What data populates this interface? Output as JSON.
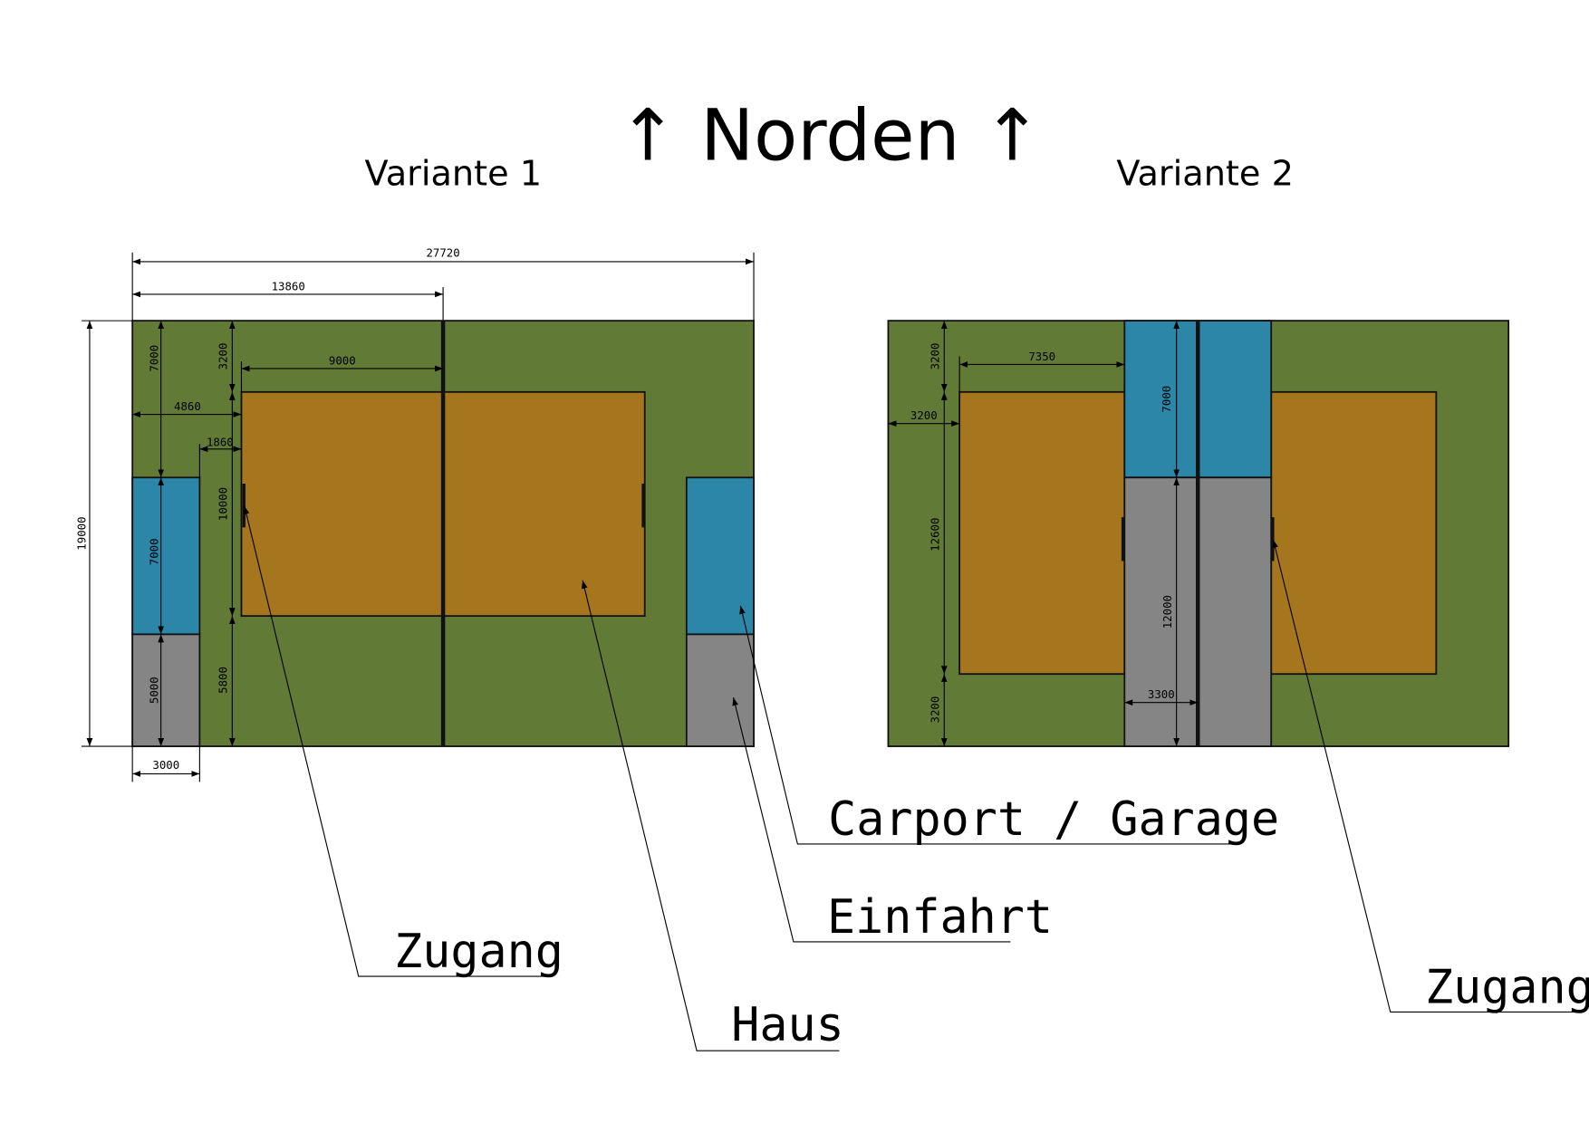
{
  "title": "↑ Norden ↑",
  "variant1": {
    "heading": "Variante 1",
    "dims": {
      "total_width": "27720",
      "half_width": "13860",
      "height": "19000",
      "carport_top": "7000",
      "carport_len": "7000",
      "drive_len": "5000",
      "house_top": "3200",
      "house_depth": "10000",
      "house_bottom": "5800",
      "house_half_width": "9000",
      "house_left": "4860",
      "gap": "1860",
      "drive_width": "3000"
    }
  },
  "variant2": {
    "heading": "Variante 2",
    "dims": {
      "top": "3200",
      "house_depth": "12600",
      "bottom": "3200",
      "house_width": "7350",
      "house_left": "3200",
      "carport_len": "7000",
      "drive_len": "12000",
      "drive_width": "3300"
    }
  },
  "labels": {
    "carport": "Carport / Garage",
    "einfahrt": "Einfahrt",
    "zugang1": "Zugang",
    "haus": "Haus",
    "zugang2": "Zugang"
  },
  "colors": {
    "garden": "#617b37",
    "house": "#a5761e",
    "carport": "#2b86a8",
    "driveway": "#858585"
  }
}
